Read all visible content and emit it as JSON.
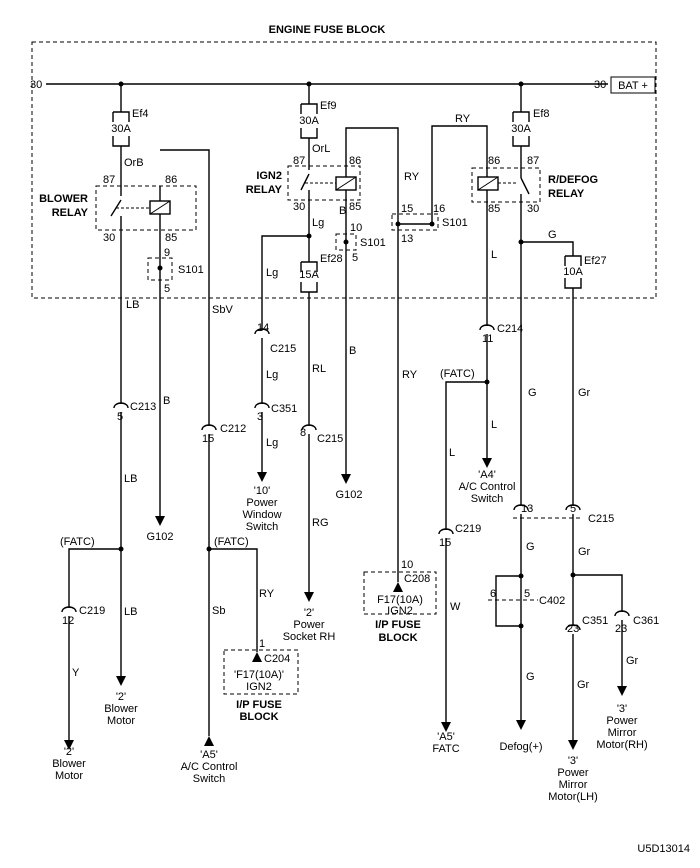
{
  "title": "ENGINE FUSE BLOCK",
  "figure_id": "U5D13014",
  "bus": {
    "left": "30",
    "right": "30",
    "bat": "BAT +"
  },
  "fuses": {
    "ef4": {
      "name": "Ef4",
      "rating": "30A"
    },
    "ef9": {
      "name": "Ef9",
      "rating": "30A"
    },
    "ef8": {
      "name": "Ef8",
      "rating": "30A"
    },
    "ef28": {
      "name": "Ef28",
      "rating": "15A"
    },
    "ef27": {
      "name": "Ef27",
      "rating": "10A"
    }
  },
  "relays": {
    "blower": {
      "line1": "BLOWER",
      "line2": "RELAY",
      "p87": "87",
      "p86": "86",
      "p30": "30",
      "p85": "85"
    },
    "ign2": {
      "line1": "IGN2",
      "line2": "RELAY",
      "p87": "87",
      "p86": "86",
      "p30": "30",
      "p85": "85"
    },
    "rdefog": {
      "line1": "R/DEFOG",
      "line2": "RELAY",
      "p86": "86",
      "p87": "87",
      "p85": "85",
      "p30": "30"
    }
  },
  "splices": {
    "s101_left": {
      "name": "S101",
      "top": "9",
      "bottom": "5"
    },
    "s101_mid": {
      "name": "S101",
      "top": "10",
      "bottom": "5"
    },
    "s101_right": {
      "name": "S101",
      "p15": "15",
      "p16": "16",
      "p13": "13"
    }
  },
  "wires": {
    "orb": "OrB",
    "orl": "OrL",
    "ry_top": "RY",
    "ry_mid": "RY",
    "ry_low": "RY",
    "lg1": "Lg",
    "lg2": "Lg",
    "lg3": "Lg",
    "lg4": "Lg",
    "b1": "B",
    "b2": "B",
    "b3": "B",
    "lb1": "LB",
    "lb2": "LB",
    "lb3": "LB",
    "sbv": "SbV",
    "sb": "Sb",
    "rl": "RL",
    "rg": "RG",
    "ry_c204": "RY",
    "l1": "L",
    "l2": "L",
    "l3": "L",
    "w": "W",
    "y": "Y",
    "g1": "G",
    "g2": "G",
    "g3": "G",
    "g4": "G",
    "gr1": "Gr",
    "gr2": "Gr",
    "gr3": "Gr",
    "gr4": "Gr"
  },
  "connectors": {
    "c213": {
      "pin": "5",
      "name": "C213"
    },
    "c212": {
      "pin": "15",
      "name": "C212"
    },
    "c215a": {
      "pin": "14",
      "name": "C215"
    },
    "c351a": {
      "pin": "3",
      "name": "C351"
    },
    "c215b": {
      "pin": "8",
      "name": "C215"
    },
    "c214": {
      "pin": "11",
      "name": "C214"
    },
    "c219a": {
      "pin": "15",
      "name": "C219"
    },
    "c219b": {
      "pin": "12",
      "name": "C219"
    },
    "c215c": {
      "pin_left": "13",
      "pin_right": "5",
      "name": "C215"
    },
    "c402": {
      "pin_left": "6",
      "pin_right": "5",
      "name": "C402"
    },
    "c351b": {
      "pin": "23",
      "name": "C351"
    },
    "c361": {
      "pin": "23",
      "name": "C361"
    },
    "c208": {
      "pin": "10",
      "name": "C208"
    },
    "c204": {
      "pin": "1",
      "name": "C204"
    }
  },
  "fatc": {
    "a": "(FATC)",
    "b": "(FATC)",
    "c": "(FATC)"
  },
  "grounds": {
    "g102a": "G102",
    "g102b": "G102"
  },
  "components": {
    "pw_switch": {
      "l1": "'10'",
      "l2": "Power",
      "l3": "Window",
      "l4": "Switch"
    },
    "power_socket": {
      "l1": "'2'",
      "l2": "Power",
      "l3": "Socket RH"
    },
    "ip_fuse_f17": {
      "l1": "F17(10A)",
      "l2": "IGN2",
      "block1": "I/P FUSE",
      "block2": "BLOCK"
    },
    "ip_fuse_f17b": {
      "l1": "'F17(10A)'",
      "l2": "IGN2",
      "block1": "I/P FUSE",
      "block2": "BLOCK"
    },
    "ac_switch_a4": {
      "l1": "'A4'",
      "l2": "A/C Control",
      "l3": "Switch"
    },
    "blower_motor_2": {
      "l1": "'2'",
      "l2": "Blower",
      "l3": "Motor"
    },
    "blower_motor_2b": {
      "l1": "'2'",
      "l2": "Blower",
      "l3": "Motor"
    },
    "ac_switch_a5": {
      "l1": "'A5'",
      "l2": "A/C Control",
      "l3": "Switch"
    },
    "fatc_a5": {
      "l1": "'A5'",
      "l2": "FATC"
    },
    "defog": {
      "l1": "Defog(+)"
    },
    "mirror_lh": {
      "l1": "'3'",
      "l2": "Power",
      "l3": "Mirror",
      "l4": "Motor(LH)"
    },
    "mirror_rh": {
      "l1": "'3'",
      "l2": "Power",
      "l3": "Mirror",
      "l4": "Motor(RH)"
    }
  }
}
